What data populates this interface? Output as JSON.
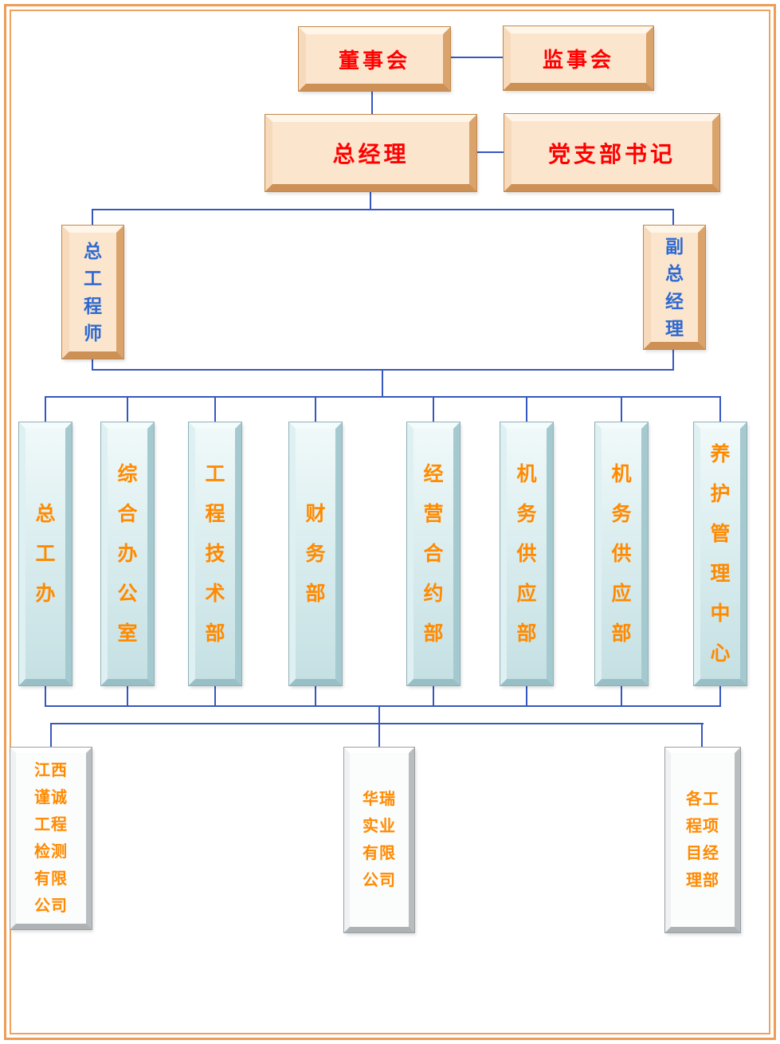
{
  "org": {
    "board": {
      "label": "董事会"
    },
    "supervisory_board": {
      "label": "监事会"
    },
    "general_manager": {
      "label": "总经理"
    },
    "party_branch_secretary": {
      "label": "党支部书记"
    },
    "chief_engineer": {
      "label": "总工程师"
    },
    "deputy_general_manager": {
      "label": "副总经理"
    },
    "departments": [
      {
        "label": "总工办"
      },
      {
        "label": "综合办公室"
      },
      {
        "label": "工程技术部"
      },
      {
        "label": "财务部"
      },
      {
        "label": "经营合约部"
      },
      {
        "label": "机务供应部"
      },
      {
        "label": "机务供应部"
      },
      {
        "label": "养护管理中心"
      }
    ],
    "subsidiaries": [
      {
        "label": "江西谨诚工程检测有限公司"
      },
      {
        "label": "华瑞实业有限公司"
      },
      {
        "label": "各工程项目经理部"
      }
    ]
  },
  "colors": {
    "connector_line": "#3757c0",
    "executive_text": "#ff0000",
    "senior_staff_text": "#2e6ad1",
    "department_text": "#ff8a00",
    "page_border": "#ed9d56"
  }
}
